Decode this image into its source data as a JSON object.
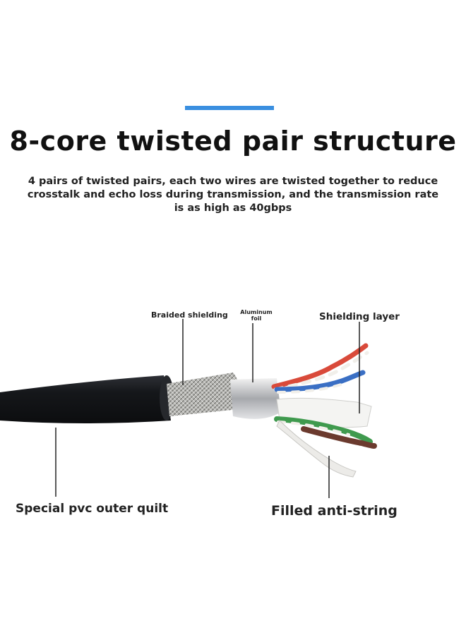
{
  "title": "8-core twisted pair structure",
  "subtitle": {
    "line1": "4 pairs of twisted pairs, each two wires are twisted together to reduce",
    "line2": "crosstalk and echo loss during transmission, and the transmission rate",
    "line3": "is as high as 40gbps"
  },
  "labels": {
    "braided_shielding": "Braided shielding",
    "aluminum_foil_line1": "Aluminum",
    "aluminum_foil_line2": "foil",
    "shielding_layer": "Shielding layer",
    "special_pvc": "Special pvc outer quilt",
    "filled_anti_string": "Filled anti-string"
  },
  "colors": {
    "accent": "#3a8fe0",
    "jacket": "#1c1e22",
    "wire_red": "#d94a3a",
    "wire_blue": "#3a6fc4",
    "wire_green": "#3f9a4e",
    "wire_brown": "#6b3a2e"
  }
}
